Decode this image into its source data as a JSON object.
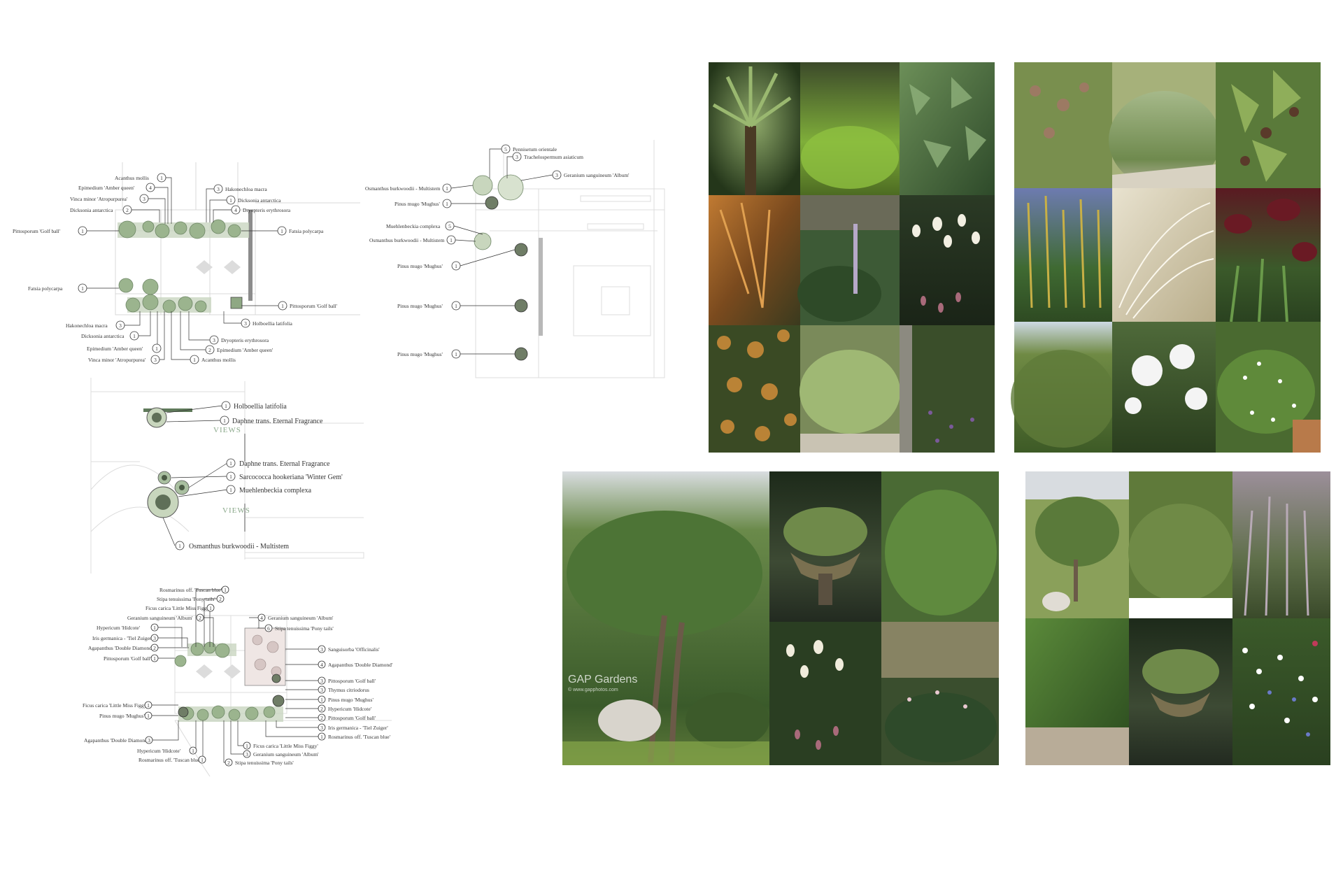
{
  "plan1": {
    "labels": [
      {
        "text": "Acanthus mollis",
        "num": "1"
      },
      {
        "text": "Epimedium 'Amber queen'",
        "num": "4"
      },
      {
        "text": "Vinca minor 'Atropurpurea'",
        "num": "3"
      },
      {
        "text": "Dicksonia antarctica",
        "num": "2"
      },
      {
        "text": "Pittosporum 'Golf ball'",
        "num": "1"
      },
      {
        "text": "Hakonechloa macra",
        "num": "3"
      },
      {
        "text": "Dicksonia antarctica",
        "num": "1"
      },
      {
        "text": "Dryopteris erythrosora",
        "num": "4"
      },
      {
        "text": "Fatsia polycarpa",
        "num": "1"
      },
      {
        "text": "Fatsia polycarpa",
        "num": "1"
      },
      {
        "text": "Pittosporum 'Golf ball'",
        "num": "1"
      },
      {
        "text": "Hakonechloa macra",
        "num": "3"
      },
      {
        "text": "Holboellia latifolia",
        "num": "3"
      },
      {
        "text": "Dicksonia antarctica",
        "num": "1"
      },
      {
        "text": "Dryopteris erythrosora",
        "num": "3"
      },
      {
        "text": "Epimedium 'Amber queen'",
        "num": "1"
      },
      {
        "text": "Epimedium 'Amber queen'",
        "num": "2"
      },
      {
        "text": "Vinca minor 'Atropurpurea'",
        "num": "3"
      },
      {
        "text": "Acanthus mollis",
        "num": "1"
      }
    ]
  },
  "plan2": {
    "labels": [
      {
        "text": "Pennisetum orientale",
        "num": "5"
      },
      {
        "text": "Trachelospermum asiaticum",
        "num": "3"
      },
      {
        "text": "Geranium sanguineum 'Album'",
        "num": "3"
      },
      {
        "text": "Osmanthus burkwoodii - Multistem",
        "num": "1"
      },
      {
        "text": "Pinus mugo 'Mughus'",
        "num": "1"
      },
      {
        "text": "Muehlenbeckia complexa",
        "num": "5"
      },
      {
        "text": "Osmanthus burkwoodii - Multistem",
        "num": "1"
      },
      {
        "text": "Pinus mugo 'Mughus'",
        "num": "1"
      },
      {
        "text": "Pinus mugo 'Mughus'",
        "num": "1"
      },
      {
        "text": "Pinus mugo 'Mughus'",
        "num": "1"
      }
    ]
  },
  "plan3": {
    "views_label": "VIEWS",
    "labels": [
      {
        "text": "Holboellia latifolia",
        "num": "1"
      },
      {
        "text": "Daphne trans. Eternal Fragrance",
        "num": "1"
      },
      {
        "text": "Daphne trans. Eternal Fragrance",
        "num": "1"
      },
      {
        "text": "Sarcococca hookeriana 'Winter Gem'",
        "num": "1"
      },
      {
        "text": "Muehlenbeckia complexa",
        "num": "1"
      },
      {
        "text": "Osmanthus burkwoodii - Multistem",
        "num": "1"
      }
    ]
  },
  "plan4": {
    "labels": [
      {
        "text": "Rosmarinus off. 'Tuscan blue'",
        "num": "1"
      },
      {
        "text": "Stipa tenuissima 'Pony tails'",
        "num": "2"
      },
      {
        "text": "Ficus carica 'Little Miss Figgy'",
        "num": "1"
      },
      {
        "text": "Geranium sanguineum 'Album'",
        "num": "2"
      },
      {
        "text": "Hypericum 'Hidcote'",
        "num": "1"
      },
      {
        "text": "Iris germanica - 'Tiel Zuiger'",
        "num": "3"
      },
      {
        "text": "Agapanthus 'Double Diamond'",
        "num": "2"
      },
      {
        "text": "Pittosporum 'Golf ball'",
        "num": "1"
      },
      {
        "text": "Ficus carica 'Little Miss Figgy'",
        "num": "1"
      },
      {
        "text": "Pinus mugo 'Mughus'",
        "num": "1"
      },
      {
        "text": "Agapanthus 'Double Diamond'",
        "num": "3"
      },
      {
        "text": "Hypericum 'Hidcote'",
        "num": "1"
      },
      {
        "text": "Rosmarinus off. 'Tuscan blue'",
        "num": "1"
      },
      {
        "text": "Geranium sanguineum 'Album'",
        "num": "4"
      },
      {
        "text": "Stipa tenuissima 'Pony tails'",
        "num": "6"
      },
      {
        "text": "Sanguisorba 'Officinalis'",
        "num": "3"
      },
      {
        "text": "Agapanthus 'Double Diamond'",
        "num": "4"
      },
      {
        "text": "Pittosporum 'Golf ball'",
        "num": "3"
      },
      {
        "text": "Thymus citriodorus",
        "num": "3"
      },
      {
        "text": "Pinus mugo 'Mughus'",
        "num": "1"
      },
      {
        "text": "Hypericum 'Hidcote'",
        "num": "2"
      },
      {
        "text": "Pittosporum 'Golf ball'",
        "num": "2"
      },
      {
        "text": "Iris germanica - 'Tiel Zuiger'",
        "num": "3"
      },
      {
        "text": "Rosmarinus off. 'Tuscan blue'",
        "num": "1"
      },
      {
        "text": "Ficus carica 'Little Miss Figgy'",
        "num": "1"
      },
      {
        "text": "Geranium sanguineum 'Album'",
        "num": "3"
      },
      {
        "text": "Stipa tenuissima 'Pony tails'",
        "num": "2"
      }
    ]
  },
  "photos": {
    "watermark_title": "GAP Gardens",
    "watermark_sub": "© www.gapphotos.com"
  },
  "colors": {
    "line": "#333333",
    "plan_grey": "#cfcfcf",
    "leaf_green": "#9bb48e",
    "dark_green": "#6f8767",
    "views_green": "#8aa88a"
  }
}
